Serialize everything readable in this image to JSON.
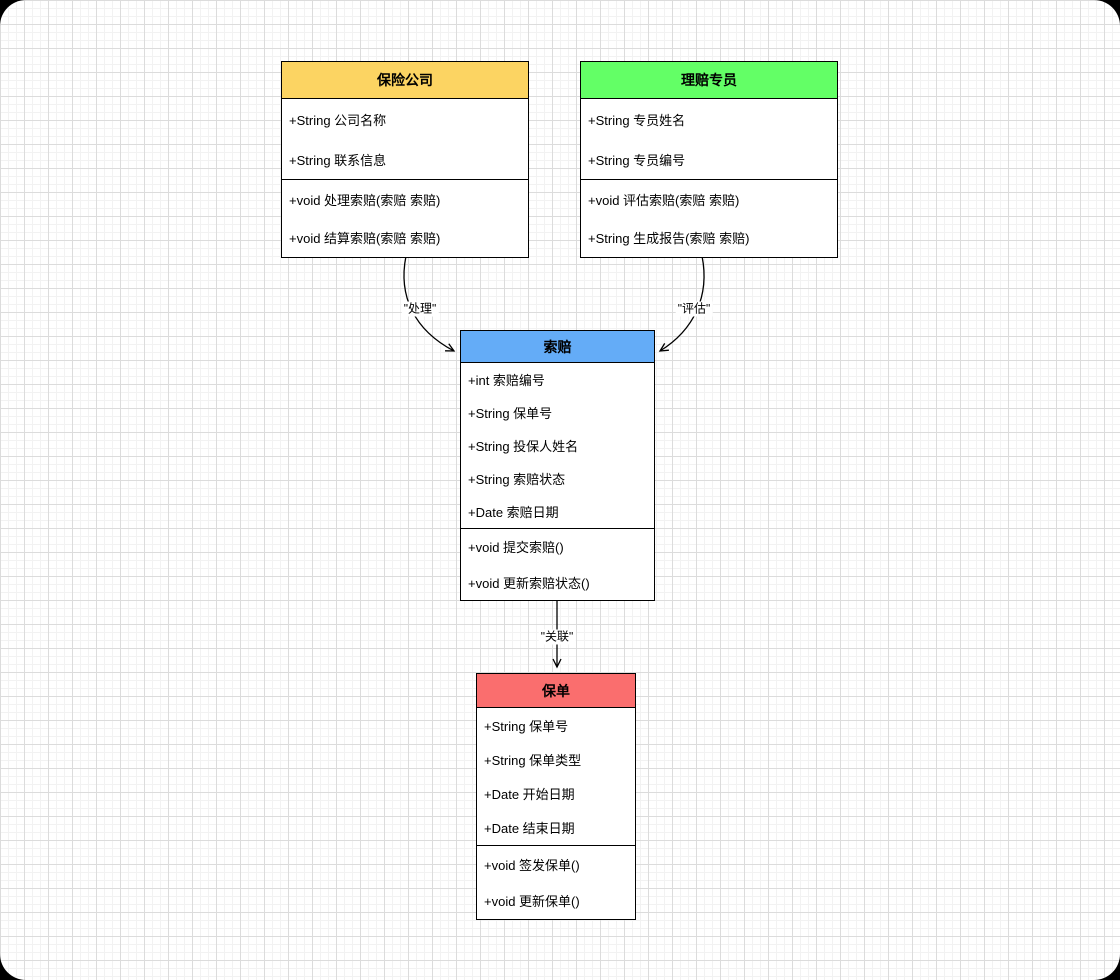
{
  "diagram": {
    "classes": [
      {
        "id": "insurance-company",
        "title": "保险公司",
        "header_color": "#FCD462",
        "attributes": [
          "+String 公司名称",
          "+String 联系信息"
        ],
        "methods": [
          "+void 处理索赔(索赔 索赔)",
          "+void 结算索赔(索赔 索赔)"
        ]
      },
      {
        "id": "claims-specialist",
        "title": "理赔专员",
        "header_color": "#63FF66",
        "attributes": [
          "+String 专员姓名",
          "+String 专员编号"
        ],
        "methods": [
          "+void 评估索赔(索赔 索赔)",
          "+String 生成报告(索赔 索赔)"
        ]
      },
      {
        "id": "claim",
        "title": "索赔",
        "header_color": "#64ACF7",
        "attributes": [
          "+int 索赔编号",
          "+String 保单号",
          "+String 投保人姓名",
          "+String 索赔状态",
          "+Date 索赔日期"
        ],
        "methods": [
          "+void 提交索赔()",
          "+void 更新索赔状态()"
        ]
      },
      {
        "id": "policy",
        "title": "保单",
        "header_color": "#FA6E6E",
        "attributes": [
          "+String 保单号",
          "+String 保单类型",
          "+Date 开始日期",
          "+Date 结束日期"
        ],
        "methods": [
          "+void 签发保单()",
          "+void 更新保单()"
        ]
      }
    ],
    "edges": [
      {
        "from": "保险公司",
        "to": "索赔",
        "label": "\"处理\""
      },
      {
        "from": "理赔专员",
        "to": "索赔",
        "label": "\"评估\""
      },
      {
        "from": "索赔",
        "to": "保单",
        "label": "\"关联\""
      }
    ],
    "colors": {
      "edge_stroke": "#000000",
      "box_border": "#000000",
      "grid_major": "#dcdcdc",
      "grid_minor": "#f2f2f2",
      "canvas_bg": "#ffffff"
    }
  }
}
